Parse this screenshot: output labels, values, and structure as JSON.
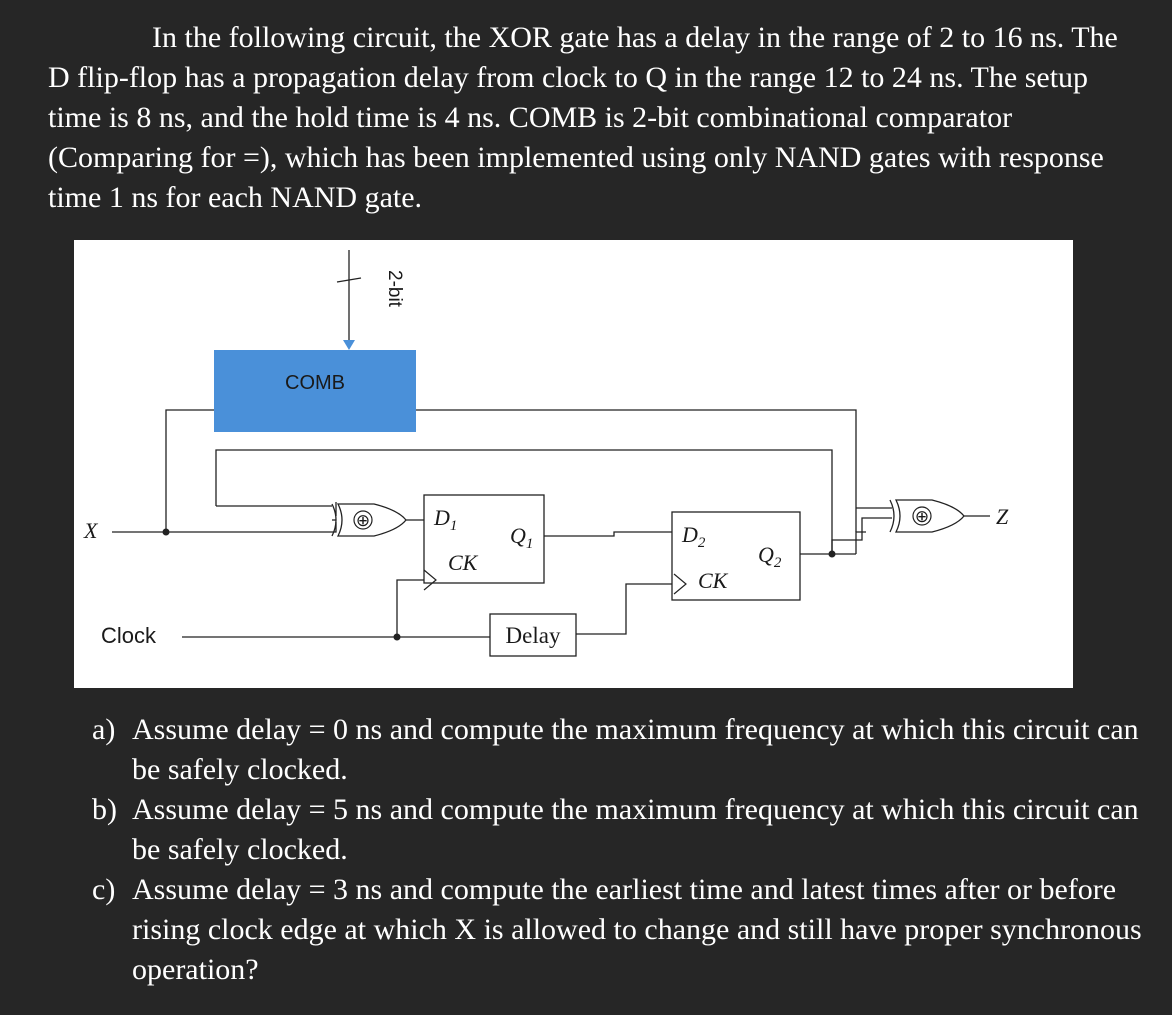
{
  "problem": {
    "intro": "In the following circuit, the XOR gate has a delay in the range of 2 to 16 ns. The D flip-flop has a propagation delay from clock to Q in the range 12 to 24 ns. The setup time is 8 ns, and the hold time is 4 ns. COMB is 2-bit combinational comparator (Comparing for =), which has been implemented using only NAND gates with response time 1 ns for each NAND gate."
  },
  "circuit": {
    "comb_label": "COMB",
    "bus_label": "2-bit",
    "x_label": "X",
    "clock_label": "Clock",
    "z_label": "Z",
    "xor_symbol": "⊕",
    "ff1": {
      "d": "D",
      "d_sub": "1",
      "q": "Q",
      "q_sub": "1",
      "ck": "CK"
    },
    "ff2": {
      "d": "D",
      "d_sub": "2",
      "q": "Q",
      "q_sub": "2",
      "ck": "CK"
    },
    "delay_label": "Delay"
  },
  "questions": [
    {
      "marker": "a)",
      "text": "Assume delay = 0 ns and compute the maximum frequency at which this circuit can be safely clocked."
    },
    {
      "marker": "b)",
      "text": "Assume delay = 5 ns and compute the maximum frequency at which this circuit can be safely clocked."
    },
    {
      "marker": "c)",
      "text": "Assume delay = 3 ns and compute the earliest time and latest times after or before rising clock edge at which X is allowed to change and still have proper synchronous operation?"
    }
  ]
}
